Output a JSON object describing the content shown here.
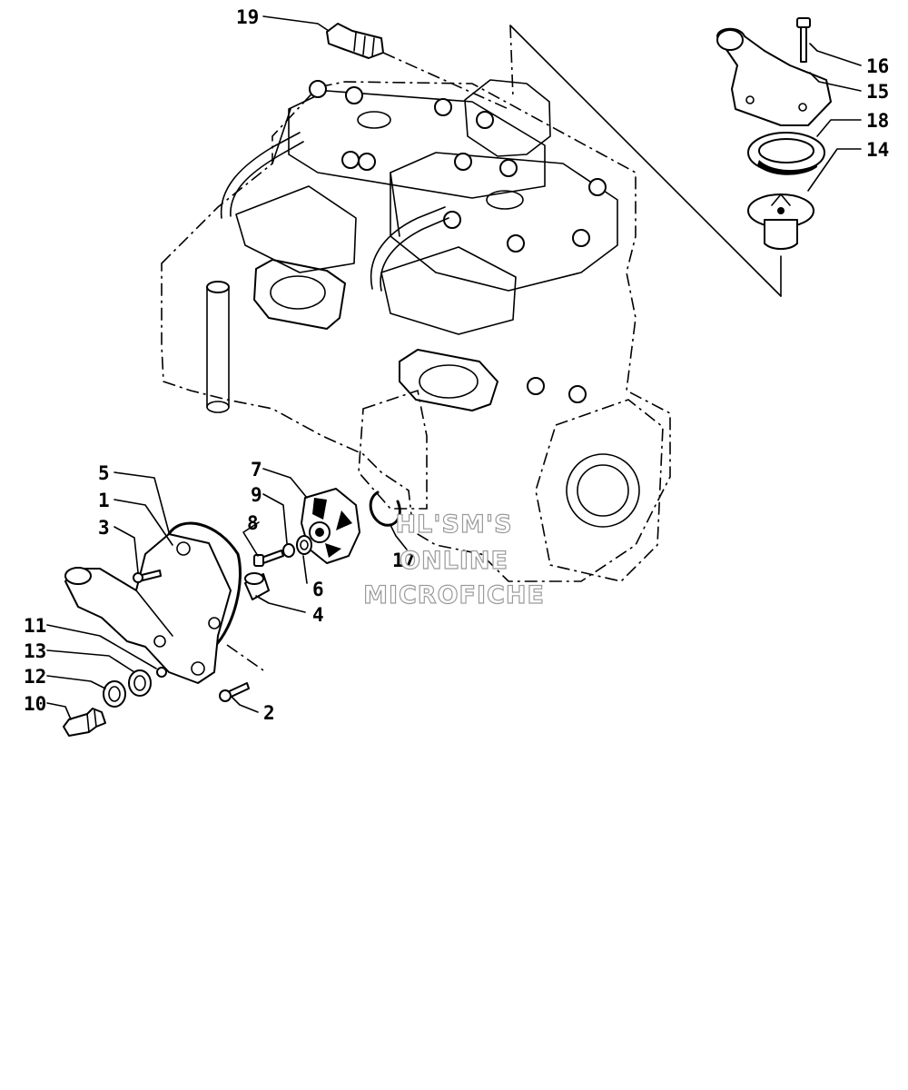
{
  "callouts": {
    "c1": "1",
    "c2": "2",
    "c3": "3",
    "c4": "4",
    "c5": "5",
    "c6": "6",
    "c7": "7",
    "c8": "8",
    "c9": "9",
    "c10": "10",
    "c11": "11",
    "c12": "12",
    "c13": "13",
    "c14": "14",
    "c15": "15",
    "c16": "16",
    "c17": "17",
    "c18": "18",
    "c19": "19"
  },
  "watermark": {
    "line1": "HL'SM'S",
    "line2": "ONLINE",
    "line3": "MICROFICHE"
  },
  "colors": {
    "ink": "#000000",
    "watermark_outline": "#9a9a9a",
    "background": "#ffffff"
  }
}
